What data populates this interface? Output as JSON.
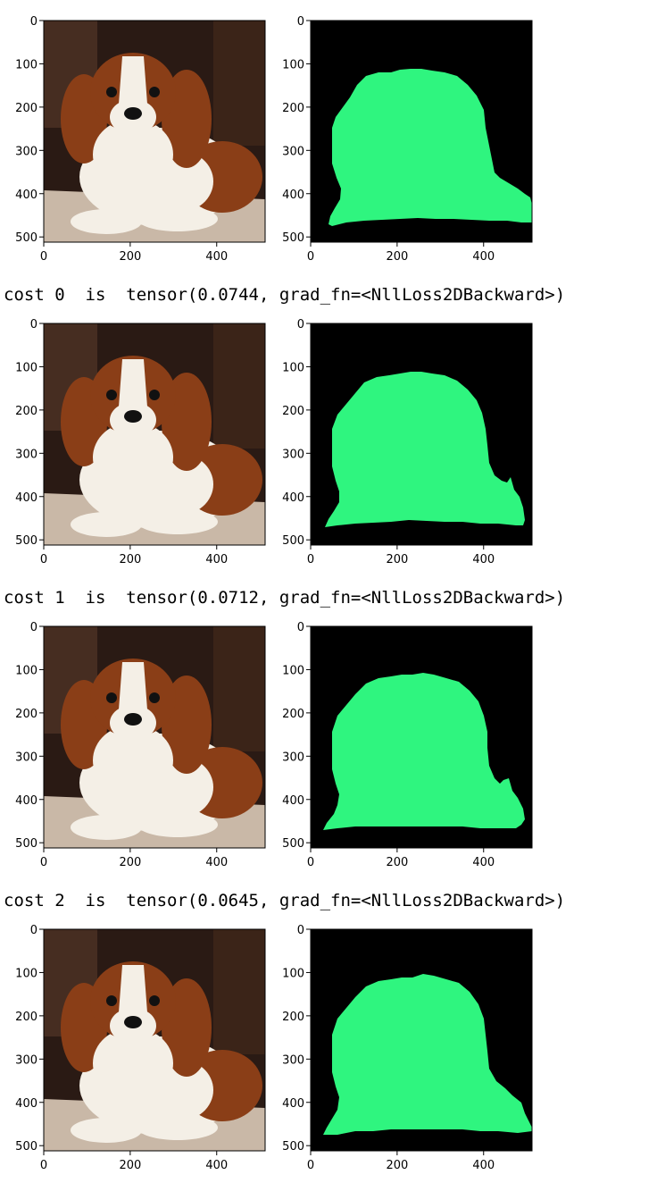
{
  "notebook": {
    "figures": [
      {
        "id": "iter-initial"
      },
      {
        "id": "iter-0",
        "cost_text": "cost 0  is  tensor(0.0744, grad_fn=<NllLoss2DBackward>)"
      },
      {
        "id": "iter-1",
        "cost_text": "cost 1  is  tensor(0.0712, grad_fn=<NllLoss2DBackward>)"
      },
      {
        "id": "iter-2",
        "cost_text": "cost 2  is  tensor(0.0645, grad_fn=<NllLoss2DBackward>)"
      }
    ],
    "axis_ticks": {
      "y": [
        "0",
        "100",
        "200",
        "300",
        "400",
        "500"
      ],
      "x": [
        "0",
        "200",
        "400"
      ]
    },
    "colors": {
      "mask_foreground": "#2ff57f",
      "mask_background": "#000000",
      "photo_bg_dark": "#2a1a14",
      "fur_brown": "#8a3e17",
      "fur_white": "#f4efe6",
      "floor_rug": "#c9b8a7"
    },
    "panels": {
      "left": {
        "icon": "dog-photo-icon"
      },
      "right": {
        "icon": "segmentation-mask-icon"
      }
    }
  }
}
